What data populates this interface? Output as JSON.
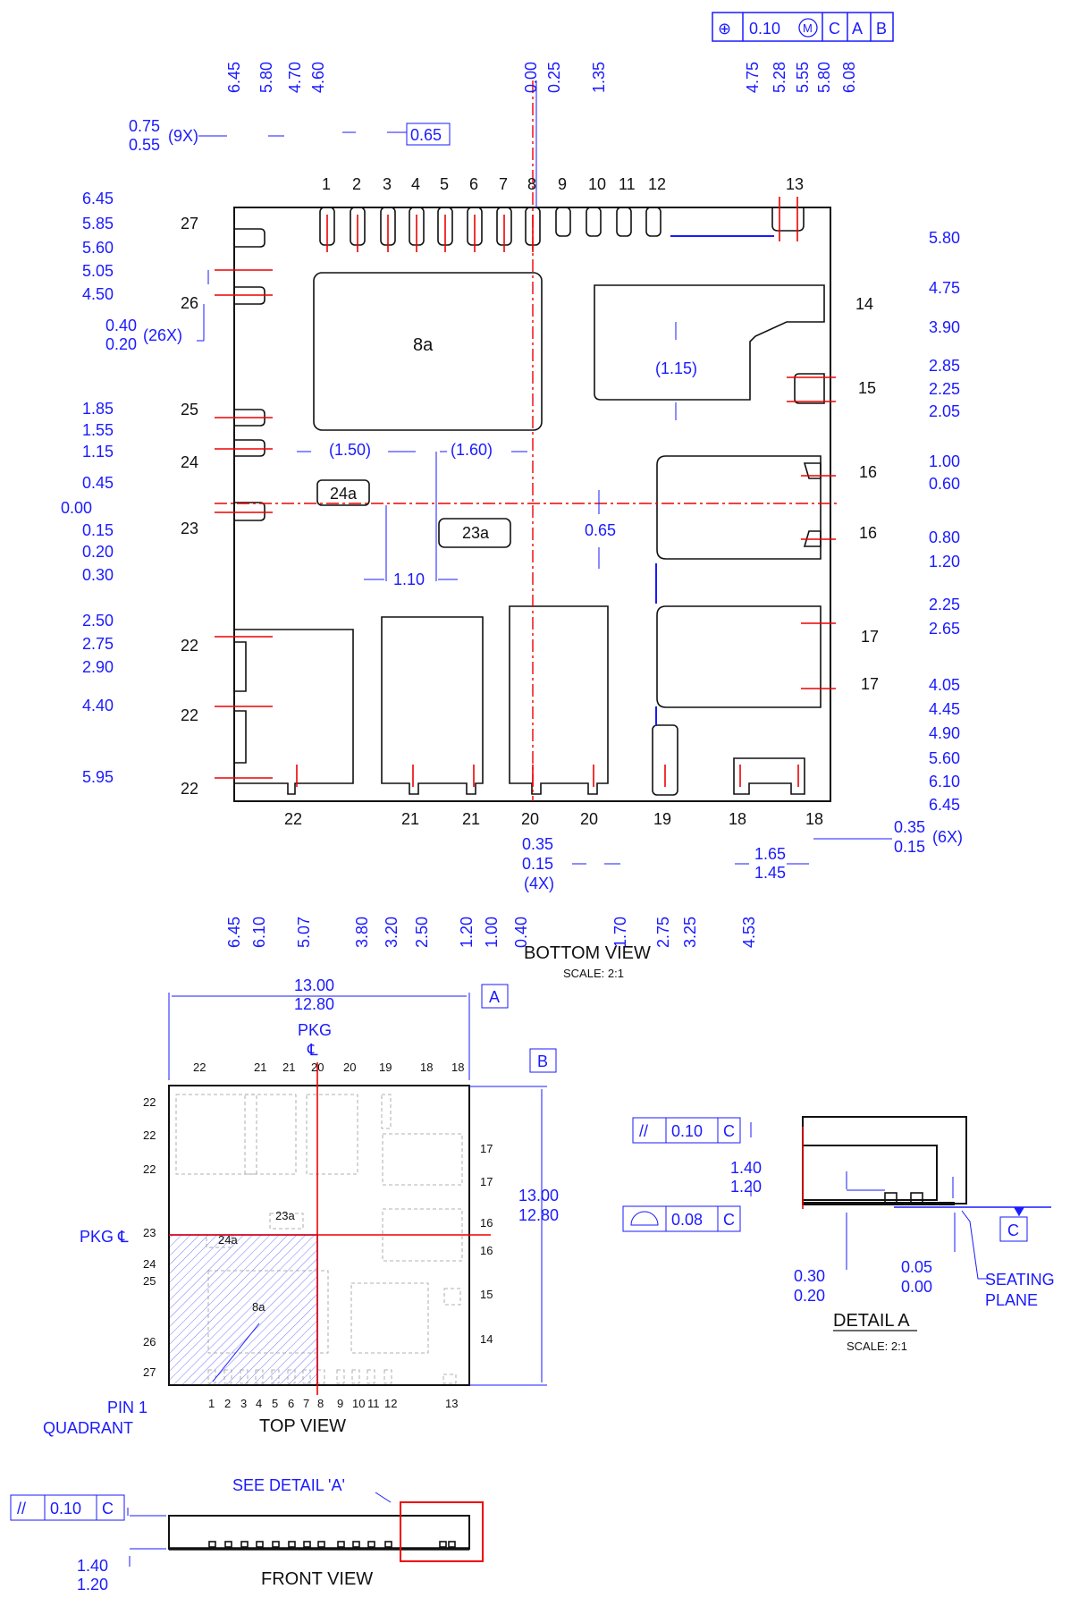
{
  "tolerance_frame": {
    "symbol": "⊕",
    "value": "0.10",
    "modifier": "M",
    "datums": [
      "C",
      "A",
      "B"
    ]
  },
  "bottom_view": {
    "title": "BOTTOM VIEW",
    "scale": "SCALE: 2:1",
    "top_dims": [
      "6.45",
      "5.80",
      "4.70",
      "4.60",
      "0.00",
      "0.25",
      "1.35",
      "4.75",
      "5.28",
      "5.55",
      "5.80",
      "6.08"
    ],
    "pitch_dim": "0.65",
    "pad_width_dim": [
      "0.75",
      "0.55"
    ],
    "pad_width_count": "(9X)",
    "top_pins": [
      "1",
      "2",
      "3",
      "4",
      "5",
      "6",
      "7",
      "8",
      "9",
      "10",
      "11",
      "12",
      "13"
    ],
    "left_dims": [
      "6.45",
      "5.85",
      "5.60",
      "5.05",
      "4.50",
      "1.85",
      "1.55",
      "1.15",
      "0.45",
      "0.00",
      "0.15",
      "0.20",
      "0.30",
      "2.50",
      "2.75",
      "2.90",
      "4.40",
      "5.95"
    ],
    "left_pad_height": [
      "0.40",
      "0.20"
    ],
    "left_pad_count": "(26X)",
    "left_pins": [
      "27",
      "26",
      "25",
      "24",
      "23",
      "22",
      "22",
      "22"
    ],
    "right_dims": [
      "5.80",
      "4.75",
      "3.90",
      "2.85",
      "2.25",
      "2.05",
      "1.00",
      "0.60",
      "0.80",
      "1.20",
      "2.25",
      "2.65",
      "4.05",
      "4.45",
      "4.90",
      "5.60",
      "6.10",
      "6.45"
    ],
    "right_pins": [
      "14",
      "15",
      "16",
      "16",
      "17",
      "17"
    ],
    "pad_labels": [
      "8a",
      "24a",
      "23a"
    ],
    "inner_dims": [
      "(1.50)",
      "(1.60)",
      "(1.15)",
      "0.65",
      "1.10"
    ],
    "bottom_pins": [
      "22",
      "21",
      "21",
      "20",
      "20",
      "19",
      "18",
      "18"
    ],
    "bottom_dims": [
      "6.45",
      "6.10",
      "5.07",
      "3.80",
      "3.20",
      "2.50",
      "1.20",
      "1.00",
      "0.40",
      "1.70",
      "2.75",
      "3.25",
      "4.53"
    ],
    "slot_dims": [
      "0.35",
      "0.15",
      "(4X)"
    ],
    "bottom_right_dims": [
      "0.35",
      "0.15",
      "(6X)",
      "1.65",
      "1.45"
    ]
  },
  "top_view": {
    "title": "TOP VIEW",
    "width_dim": [
      "13.00",
      "12.80"
    ],
    "height_dim": [
      "13.00",
      "12.80"
    ],
    "datum_a": "A",
    "datum_b": "B",
    "pkg_center_top": [
      "PKG",
      "℄"
    ],
    "pkg_center_left": "PKG ℄",
    "pin1_label": [
      "PIN 1",
      "QUADRANT"
    ],
    "top_pins": [
      "22",
      "21",
      "21",
      "20",
      "20",
      "19",
      "18",
      "18"
    ],
    "left_pins": [
      "22",
      "22",
      "22",
      "23",
      "24",
      "25",
      "26",
      "27"
    ],
    "right_pins": [
      "17",
      "17",
      "16",
      "16",
      "15",
      "14"
    ],
    "bottom_pins": [
      "1",
      "2",
      "3",
      "4",
      "5",
      "6",
      "7",
      "8",
      "9",
      "10",
      "11",
      "12",
      "13"
    ],
    "pad_labels": [
      "23a",
      "24a",
      "8a"
    ]
  },
  "detail_a": {
    "title": "DETAIL A",
    "scale": "SCALE: 2:1",
    "parallel_frame": {
      "symbol": "//",
      "value": "0.10",
      "datum": "C"
    },
    "profile_frame": {
      "symbol": "⌓",
      "value": "0.08",
      "datum": "C"
    },
    "height_dim": [
      "1.40",
      "1.20"
    ],
    "pad_dim": [
      "0.30",
      "0.20"
    ],
    "standoff_dim": [
      "0.05",
      "0.00"
    ],
    "datum_c": "C",
    "seating_plane": [
      "SEATING",
      "PLANE"
    ]
  },
  "front_view": {
    "title": "FRONT VIEW",
    "parallel_frame": {
      "symbol": "//",
      "value": "0.10",
      "datum": "C"
    },
    "height_dim": [
      "1.40",
      "1.20"
    ],
    "see_detail": "SEE DETAIL 'A'"
  },
  "colors": {
    "dimension": "#1a1aff",
    "outline": "#111111",
    "center_line": "#e00000"
  }
}
